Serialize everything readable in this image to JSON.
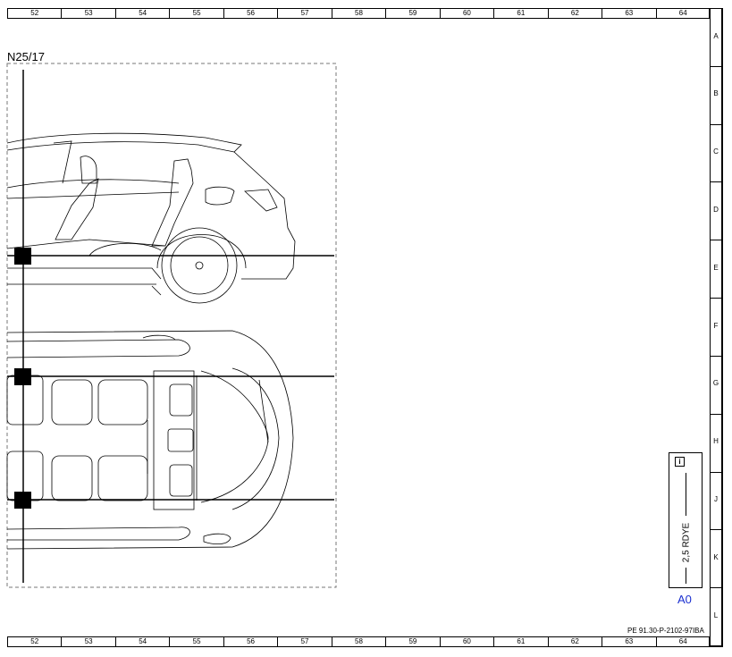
{
  "grid": {
    "columns": [
      "52",
      "53",
      "54",
      "55",
      "56",
      "57",
      "58",
      "59",
      "60",
      "61",
      "62",
      "63",
      "64"
    ],
    "rows": [
      "A",
      "B",
      "C",
      "D",
      "E",
      "F",
      "G",
      "H",
      "J",
      "K",
      "L"
    ]
  },
  "connector": {
    "label": "N25/17"
  },
  "wire": {
    "label": "2,5 RDYE"
  },
  "reference": {
    "label": "A0"
  },
  "document": {
    "id": "PE 91.30-P-2102-97IBA"
  },
  "icons": {
    "info": "info-icon",
    "info_glyph": "i"
  },
  "colors": {
    "line": "#000000",
    "reference": "#1a2fd0",
    "dash_border": "#777777"
  }
}
